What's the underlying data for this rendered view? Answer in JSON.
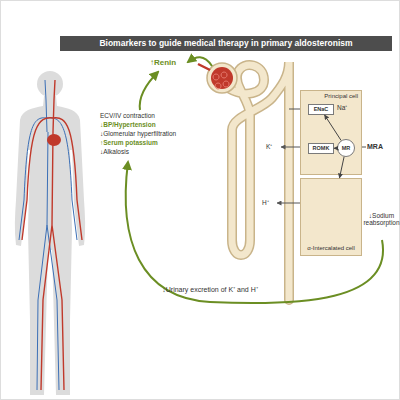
{
  "diagram": {
    "title": "Biomarkers to guide medical therapy in primary aldosteronism",
    "nodes": [
      {
        "text": [
          "Principal cell"
        ]
      },
      {
        "text": [
          "ENaC"
        ],
        "in": 0
      },
      {
        "text": [
          "ROMK"
        ],
        "in": 0
      },
      {
        "text": [
          "MR"
        ],
        "in": 0
      },
      {
        "text": [
          "α-Intercalated cell"
        ]
      }
    ],
    "edges": [
      {
        "from": 3,
        "to": 1,
        "arrow": "to"
      },
      {
        "from": 3,
        "to": 2,
        "arrow": "to"
      },
      {
        "from": 3,
        "to": 4,
        "arrow": "to"
      }
    ],
    "labels": [
      "↑Renin",
      "ECV/IV contraction",
      "↓BP/Hypertension",
      "↓Glomerular hyperfiltration",
      "↑Serum potassium",
      "↓Alkalosis",
      "Na⁺",
      "K⁺",
      "H⁺",
      "MRA",
      "↓Sodium reabsorption",
      "↓Urinary excretion of K⁺ and H⁺"
    ]
  }
}
